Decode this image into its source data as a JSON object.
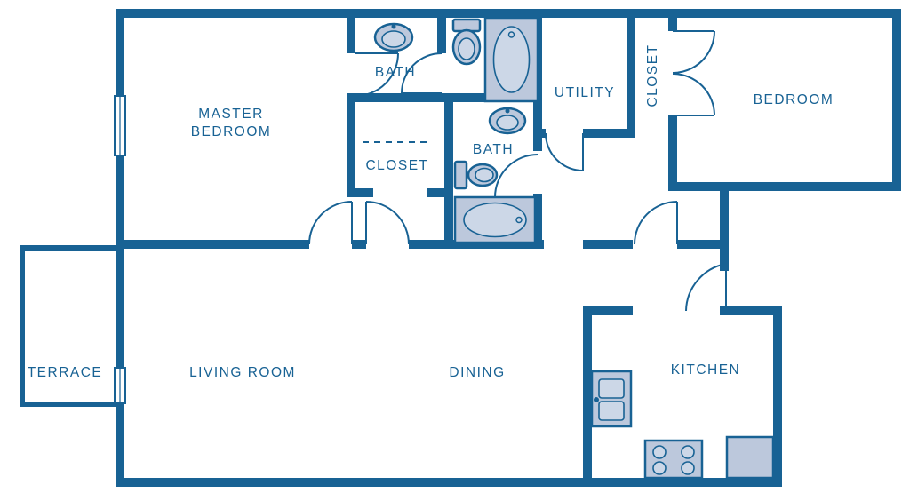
{
  "meta": {
    "type": "residential-floor-plan",
    "background": "#ffffff"
  },
  "colors": {
    "wall": "#186294",
    "label_text": "#186294",
    "fixture_fill": "#bcc8dc",
    "fixture_inner": "#ccd7e7"
  },
  "rooms": {
    "master_bedroom": {
      "line1": "MASTER",
      "line2": "BEDROOM"
    },
    "bath_1": {
      "label": "BATH"
    },
    "closet_master": {
      "label": "CLOSET"
    },
    "bath_2": {
      "label": "BATH"
    },
    "utility": {
      "label": "UTILITY"
    },
    "closet_bedroom": {
      "label": "CLOSET"
    },
    "bedroom": {
      "label": "BEDROOM"
    },
    "terrace": {
      "label": "TERRACE"
    },
    "living_room": {
      "label": "LIVING ROOM"
    },
    "dining": {
      "label": "DINING"
    },
    "kitchen": {
      "label": "KITCHEN"
    }
  },
  "fixtures": [
    {
      "name": "pedestal-sink",
      "room": "bath-1"
    },
    {
      "name": "toilet",
      "room": "bath-1"
    },
    {
      "name": "bathtub",
      "room": "bath-1"
    },
    {
      "name": "pedestal-sink",
      "room": "bath-2"
    },
    {
      "name": "toilet",
      "room": "bath-2"
    },
    {
      "name": "bathtub",
      "room": "bath-2"
    },
    {
      "name": "double-basin-sink-counter",
      "room": "kitchen"
    },
    {
      "name": "stove-cooktop",
      "room": "kitchen"
    },
    {
      "name": "counter",
      "room": "kitchen"
    },
    {
      "name": "closet-rod-dashed-line",
      "room": "closet-master"
    }
  ]
}
